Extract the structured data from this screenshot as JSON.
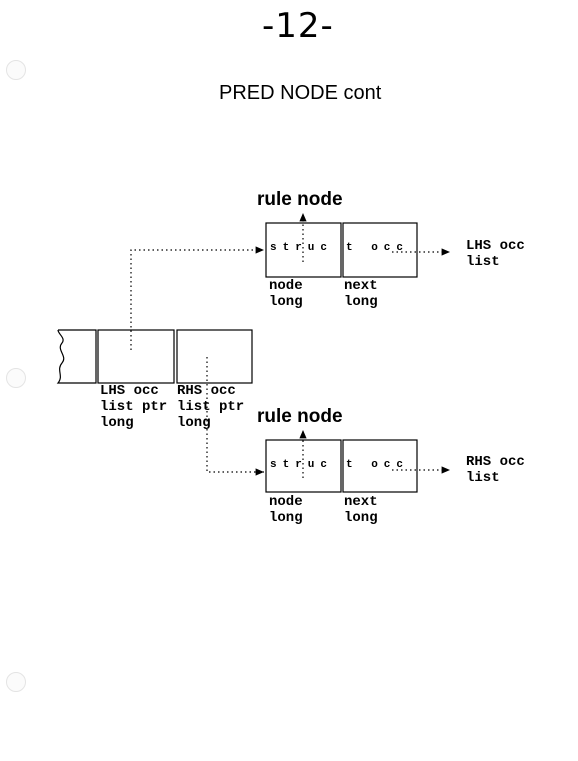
{
  "page": {
    "number": "-12-",
    "title": "PRED NODE cont"
  },
  "top_node": {
    "header": "rule node",
    "cell1_text": "struc",
    "cell2_text": "t occ",
    "cell1_label": [
      "node",
      "long"
    ],
    "cell2_label": [
      "next",
      "long"
    ],
    "target_label": [
      "LHS occ",
      "list"
    ]
  },
  "bottom_node": {
    "header": "rule node",
    "cell1_text": "struc",
    "cell2_text": "t occ",
    "cell1_label": [
      "node",
      "long"
    ],
    "cell2_label": [
      "next",
      "long"
    ],
    "target_label": [
      "RHS occ",
      "list"
    ]
  },
  "pred_node": {
    "lhs_label": [
      "LHS occ",
      "list ptr",
      "long"
    ],
    "rhs_label": [
      "RHS occ",
      "list ptr",
      "long"
    ]
  }
}
